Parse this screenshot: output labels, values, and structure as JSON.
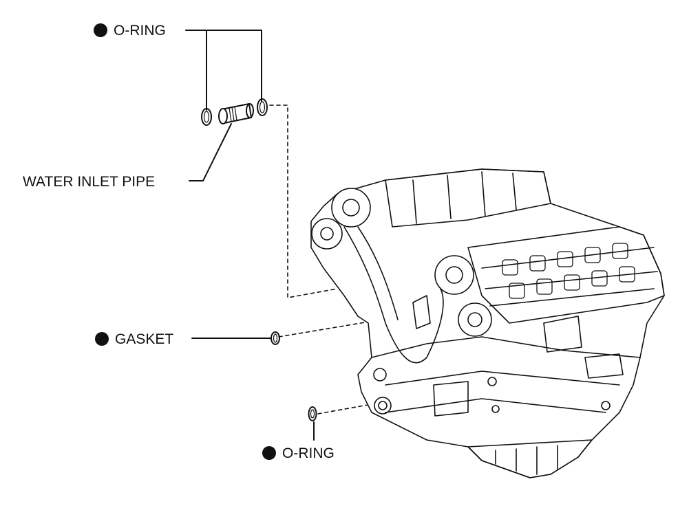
{
  "labels": {
    "o_ring_top": "O-RING",
    "water_inlet_pipe": "WATER INLET PIPE",
    "gasket": "GASKET",
    "o_ring_bottom": "O-RING"
  },
  "colors": {
    "ink": "#111111",
    "background": "#ffffff"
  },
  "icons": {
    "new_part_marker": "filled-circle-icon"
  }
}
